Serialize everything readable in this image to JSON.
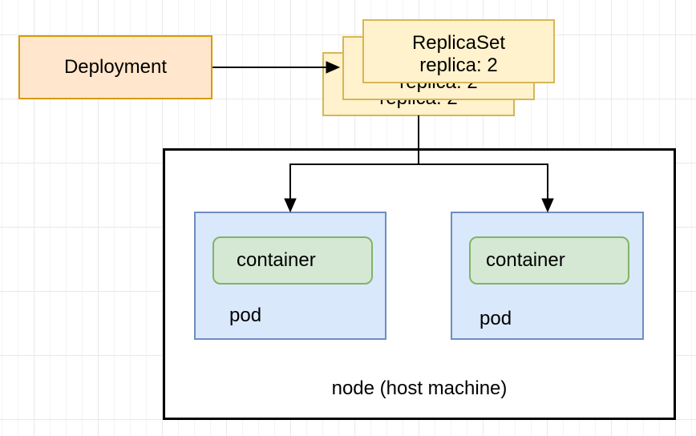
{
  "diagram": {
    "deployment": {
      "label": "Deployment",
      "fill": "#ffe6cc",
      "stroke": "#d79b00"
    },
    "replicaset": {
      "title": "ReplicaSet",
      "subtitle": "replica: 2",
      "stack_count": 3,
      "fill": "#fff2cc",
      "stroke": "#d6b656"
    },
    "node": {
      "label": "node (host machine)",
      "fill": "#ffffff",
      "stroke": "#000000"
    },
    "pods": [
      {
        "label": "pod",
        "container_label": "container"
      },
      {
        "label": "pod",
        "container_label": "container"
      }
    ],
    "pod_style": {
      "fill": "#dae8fc",
      "stroke": "#6c8ebf"
    },
    "container_style": {
      "fill": "#d5e8d4",
      "stroke": "#82b366"
    },
    "connector_color": "#000000",
    "grid": {
      "minor_line": "#f4f4f4",
      "major_line": "#e9e9e9"
    }
  }
}
